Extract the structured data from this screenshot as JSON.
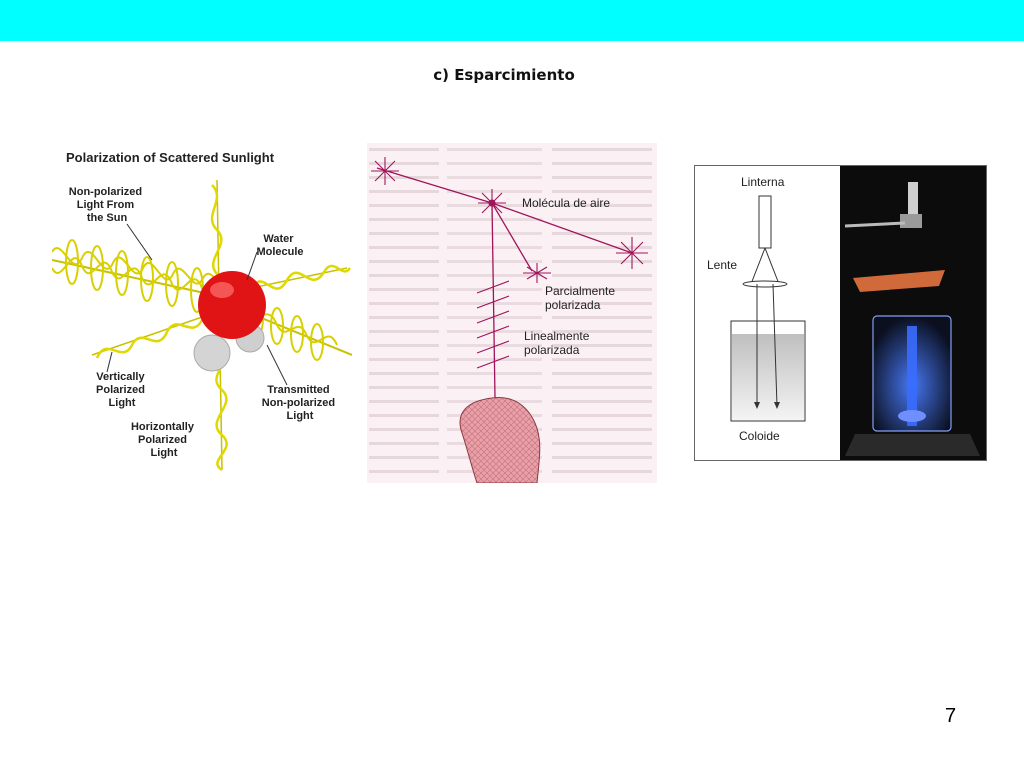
{
  "slide": {
    "title": "c) Esparcimiento",
    "page_number": "7",
    "accent_color": "#00ffff"
  },
  "figure_polarization": {
    "title": "Polarization of Scattered Sunlight",
    "label_source": [
      "Non-polarized",
      "Light From",
      "the Sun"
    ],
    "label_molecule": [
      "Water",
      "Molecule"
    ],
    "label_vertical": [
      "Vertically",
      "Polarized",
      "Light"
    ],
    "label_transmitted": [
      "Transmitted",
      "Non-polarized",
      "Light"
    ],
    "label_horizontal": [
      "Horizontally",
      "Polarized",
      "Light"
    ],
    "wave_color": "#e8e000",
    "oxygen_color": "#e01010",
    "hydrogen_color": "#d8d8d8"
  },
  "figure_air_molecule": {
    "label_molecule": "Molécula de aire",
    "label_partial": [
      "Parcialmente",
      "polarizada"
    ],
    "label_linear": [
      "Linealmente",
      "polarizada"
    ],
    "ray_color": "#a0145a",
    "observer_color": "#e8a0a8"
  },
  "figure_colloid": {
    "label_flashlight": "Linterna",
    "label_lens": "Lente",
    "label_colloid": "Coloide",
    "beam_color": "#2a6cff"
  }
}
